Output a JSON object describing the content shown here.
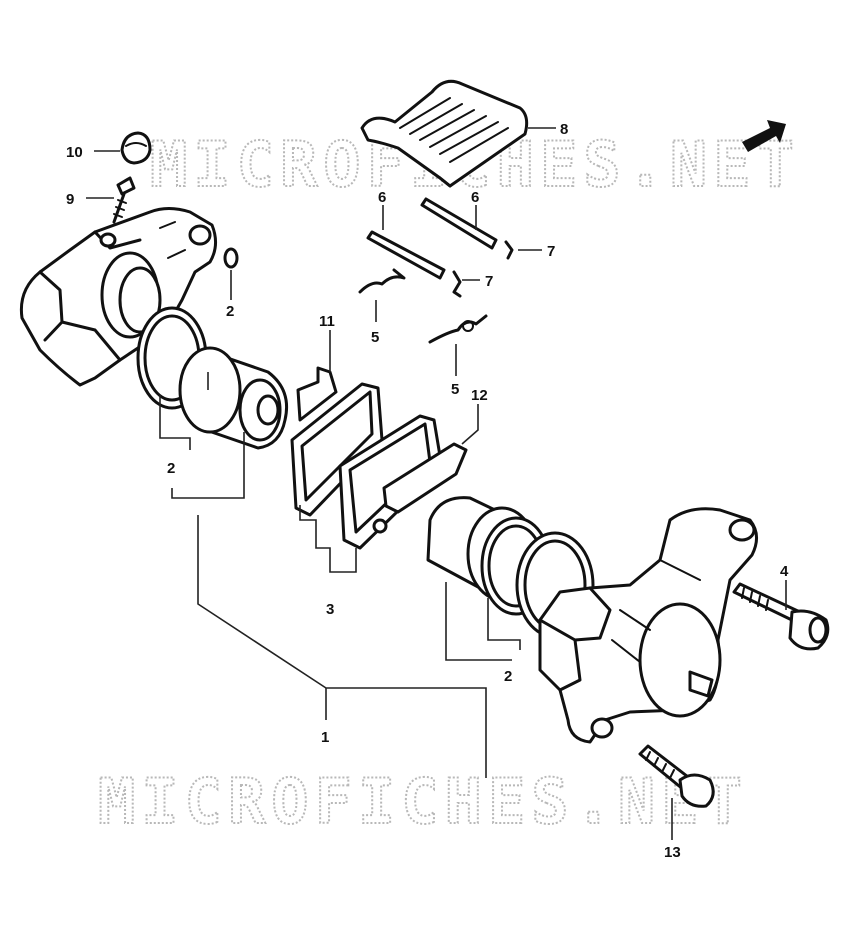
{
  "watermark": {
    "text_top": "MICROFICHES.NET",
    "text_bottom": "MICROFICHES.NET"
  },
  "callouts": {
    "c1": "1",
    "c2a": "2",
    "c2b": "2",
    "c2c": "2",
    "c3": "3",
    "c4": "4",
    "c5a": "5",
    "c5b": "5",
    "c6a": "6",
    "c6b": "6",
    "c7a": "7",
    "c7b": "7",
    "c8": "8",
    "c9": "9",
    "c10": "10",
    "c11": "11",
    "c12": "12",
    "c13": "13"
  },
  "colors": {
    "line": "#111111",
    "watermark": "#b8b8b8",
    "background": "#ffffff"
  },
  "icons": {
    "direction": "arrow-right-icon"
  }
}
